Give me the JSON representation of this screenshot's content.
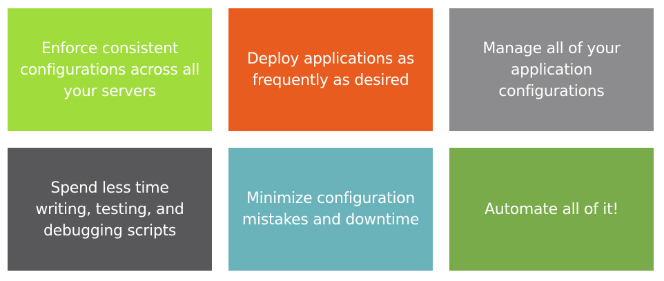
{
  "tiles": [
    {
      "lines": [
        "Enforce consistent",
        "configurations across all",
        "your servers"
      ],
      "color": "#9fdc3c"
    },
    {
      "lines": [
        "Deploy applications as",
        "frequently as desired"
      ],
      "color": "#e85c1f"
    },
    {
      "lines": [
        "Manage all of your",
        "application configurations"
      ],
      "color": "#8c8b8d"
    },
    {
      "lines": [
        "Spend less time",
        "writing, testing, and",
        "debugging scripts"
      ],
      "color": "#58585a"
    },
    {
      "lines": [
        "Minimize configuration",
        "mistakes and downtime"
      ],
      "color": "#6ab3bb"
    },
    {
      "lines": [
        "Automate all of it!"
      ],
      "color": "#7aab4a"
    }
  ]
}
